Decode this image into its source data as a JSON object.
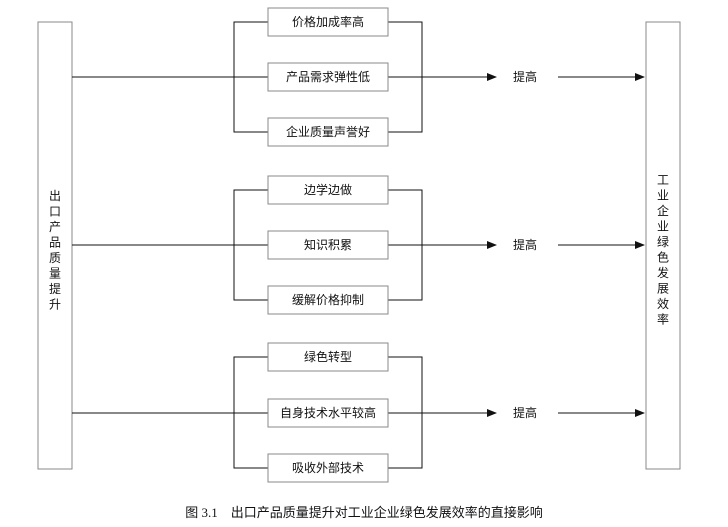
{
  "left_node": {
    "chars": [
      "出",
      "口",
      "产",
      "品",
      "质",
      "量",
      "提",
      "升"
    ]
  },
  "right_node": {
    "chars": [
      "工",
      "业",
      "企",
      "业",
      "绿",
      "色",
      "发",
      "展",
      "效",
      "率"
    ]
  },
  "groups": [
    {
      "factors": [
        "价格加成率高",
        "产品需求弹性低",
        "企业质量声誉好"
      ],
      "arrow_label": "提高"
    },
    {
      "factors": [
        "边学边做",
        "知识积累",
        "缓解价格抑制"
      ],
      "arrow_label": "提高"
    },
    {
      "factors": [
        "绿色转型",
        "自身技术水平较高",
        "吸收外部技术"
      ],
      "arrow_label": "提高"
    }
  ],
  "caption": {
    "figure_no": "图 3.1",
    "title": "出口产品质量提升对工业企业绿色发展效率的直接影响"
  }
}
